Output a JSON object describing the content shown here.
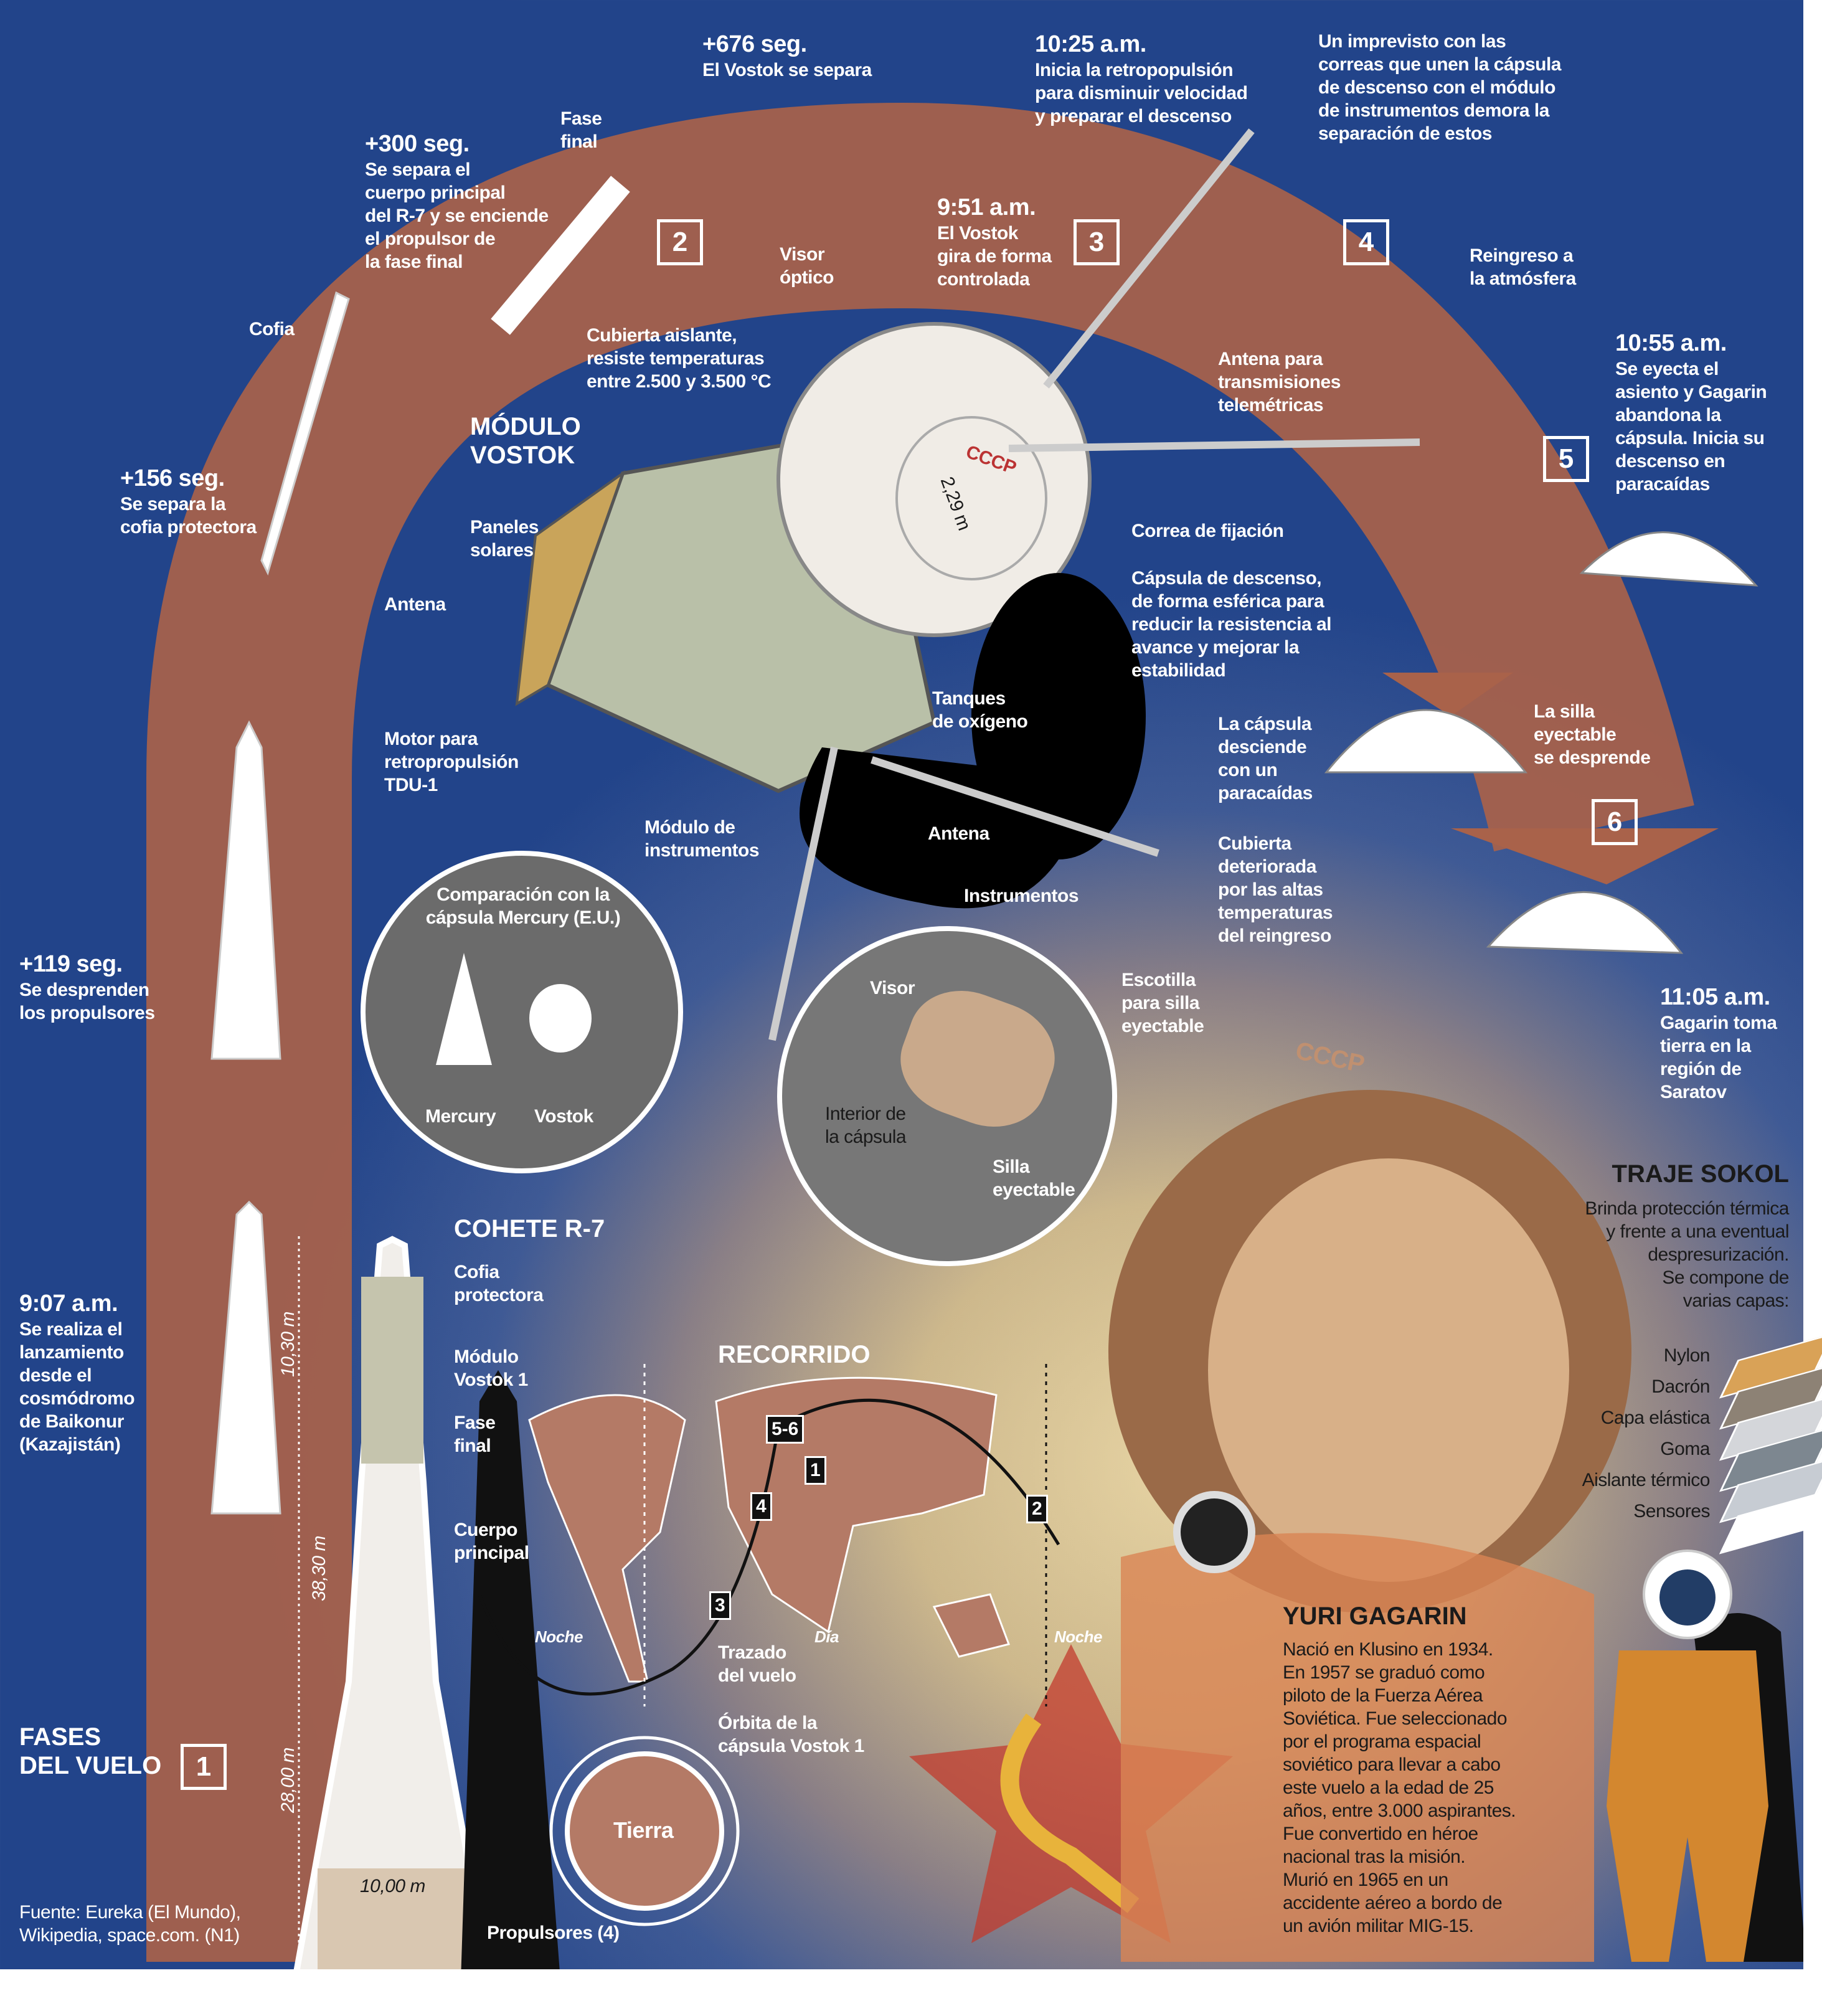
{
  "colors": {
    "background_blue": "#22448a",
    "arc": "#a9624a",
    "warm": "#e6d3a3",
    "map": "#b47a66"
  },
  "title": {
    "phases": "FASES\nDEL VUELO",
    "phase_one": "1"
  },
  "source": "Fuente: Eureka (El Mundo),\nWikipedia, space.com. (N1)",
  "events": [
    {
      "time": "9:07 a.m.",
      "text": "Se realiza el\nlanzamiento\ndesde el\ncosmódromo\nde Baikonur\n(Kazajistán)"
    },
    {
      "time": "+119 seg.",
      "text": "Se desprenden\nlos propulsores"
    },
    {
      "time": "+156 seg.",
      "text": "Se separa la\ncofia protectora"
    },
    {
      "time": "+300 seg.",
      "text": "Se separa el\ncuerpo principal\ndel R-7 y se enciende\nel propulsor de\nla fase final"
    },
    {
      "time": "+676 seg.",
      "text": "El Vostok se separa"
    },
    {
      "time": "9:51 a.m.",
      "text": "El Vostok\ngira de forma\ncontrolada"
    },
    {
      "time": "10:25 a.m.",
      "text": "Inicia la retropopulsión\npara disminuir velocidad\ny preparar el descenso"
    },
    {
      "time": "",
      "text": "Un imprevisto con las\ncorreas que unen la cápsula\nde descenso con el módulo\nde instrumentos demora la\nseparación de estos"
    },
    {
      "time": "",
      "text": "Reingreso a\nla atmósfera"
    },
    {
      "time": "10:55 a.m.",
      "text": "Se eyecta el\nasiento y Gagarin\nabandona la\ncápsula. Inicia su\ndescenso en\nparacaídas"
    },
    {
      "time": "",
      "text": "La silla\neyectable\nse desprende"
    },
    {
      "time": "",
      "text": "La cápsula\ndesciende\ncon un\nparacaídas"
    },
    {
      "time": "",
      "text": "Cubierta\ndeteriorada\npor las altas\ntemperaturas\ndel reingreso"
    },
    {
      "time": "11:05 a.m.",
      "text": "Gagarin toma\ntierra en la\nregión de\nSaratov"
    }
  ],
  "phase_numbers": [
    "2",
    "3",
    "4",
    "5",
    "6"
  ],
  "small_labels": {
    "cofia": "Cofia",
    "fase_final": "Fase\nfinal"
  },
  "module": {
    "title": "MÓDULO\nVOSTOK",
    "labels": {
      "visor_optico": "Visor\nóptico",
      "cubierta": "Cubierta aislante,\nresiste temperaturas\nentre 2.500 y 3.500 °C",
      "antena_tele": "Antena para\ntransmisiones\ntelemétricas",
      "paneles": "Paneles\nsolares",
      "correa": "Correa de fijación",
      "capsula": "Cápsula de descenso,\nde forma esférica para\nreducir la resistencia al\navance y mejorar la\nestabilidad",
      "antena1": "Antena",
      "tanques": "Tanques\nde oxígeno",
      "motor": "Motor para\nretropropulsión\nTDU-1",
      "modulo_instr": "Módulo de\ninstrumentos",
      "antena2": "Antena",
      "diameter": "2,29 m",
      "cccp": "CCCP"
    }
  },
  "comparison": {
    "title": "Comparación con la\ncápsula Mercury (E.U.)",
    "mercury": "Mercury",
    "vostok": "Vostok"
  },
  "interior": {
    "instrumentos": "Instrumentos",
    "visor": "Visor",
    "escotilla": "Escotilla\npara silla\neyectable",
    "interior": "Interior de\nla cápsula",
    "silla": "Silla\neyectable"
  },
  "rocket": {
    "title": "COHETE R-7",
    "labels": [
      "Cofia\nprotectora",
      "Módulo\nVostok 1",
      "Fase\nfinal",
      "Cuerpo\nprincipal",
      "Propulsores (4)"
    ],
    "dims": {
      "top": "10,30 m",
      "total": "38,30 m",
      "bottom": "28,00 m",
      "width": "10,00 m"
    }
  },
  "route": {
    "title": "RECORRIDO",
    "markers": [
      "5-6",
      "1",
      "2",
      "4",
      "3"
    ],
    "noche1": "Noche",
    "dia": "Día",
    "noche2": "Noche",
    "trazado": "Trazado\ndel vuelo",
    "orbita": "Órbita de la\ncápsula Vostok 1",
    "tierra": "Tierra"
  },
  "suit": {
    "title": "TRAJE SOKOL",
    "text": "Brinda protección térmica\ny frente a una eventual\ndespresurización.\nSe compone de\nvarias capas:",
    "layers": [
      "Nylon",
      "Dacrón",
      "Capa elástica",
      "Goma",
      "Aislante térmico",
      "Sensores"
    ],
    "layer_colors": [
      "#d9a257",
      "#8d8275",
      "#d4d6da",
      "#7d8790",
      "#c7ccd3",
      "#ffffff"
    ]
  },
  "gagarin": {
    "title": "YURI GAGARIN",
    "bio": "Nació en Klusino en 1934.\nEn 1957 se graduó como\npiloto de la Fuerza Aérea\nSoviética. Fue seleccionado\npor el programa espacial\nsoviético para llevar a cabo\neste vuelo a la edad de 25\naños, entre 3.000 aspirantes.\nFue convertido en héroe\nnacional tras la misión.\nMurió en 1965 en un\naccidente aéreo a bordo de\nun avión militar MIG-15.",
    "helmet_text": "CCCP"
  }
}
